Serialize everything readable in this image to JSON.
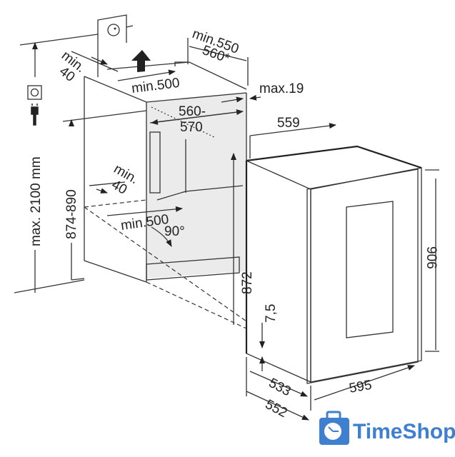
{
  "dimensions": {
    "min_550": "min.550",
    "d_560_star": "560*",
    "min_40_top_a": "min.",
    "min_40_top_b": "40",
    "min_500_top": "min.500",
    "max_19": "max.19",
    "d_560_570_a": "560-",
    "d_560_570_b": "570",
    "d_559": "559",
    "max_2100": "max. 2100 mm",
    "d_874_890": "874-890",
    "min_40_bottom_a": "min.",
    "min_40_bottom_b": "40",
    "min_500_bottom": "min.500",
    "angle_90": "90°",
    "d_872": "872",
    "d_7_5": "7,5",
    "d_906": "906",
    "d_533": "533",
    "d_552": "552",
    "d_595": "595"
  },
  "icons": [
    "power-socket-icon",
    "power-plug-icon",
    "wall-socket-icon",
    "air-flow-arrow-icon"
  ],
  "logo": {
    "text": "TimeShop",
    "color": "#3f7fd0"
  },
  "colors": {
    "niche_fill": "#ebebeb",
    "line": "#333333"
  }
}
